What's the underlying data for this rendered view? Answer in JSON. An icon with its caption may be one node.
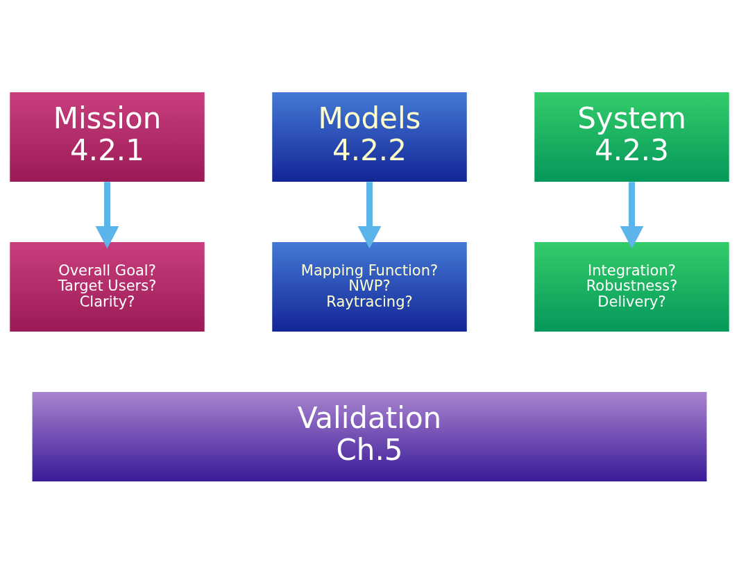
{
  "diagram": {
    "nodes": [
      {
        "text": [
          "Mission",
          "4.2.1"
        ]
      },
      {
        "text": [
          "Models",
          "4.2.2"
        ]
      },
      {
        "text": [
          "System",
          "4.2.3"
        ]
      },
      {
        "text": [
          "Overall Goal?",
          "Target Users?",
          "Clarity?"
        ]
      },
      {
        "text": [
          "Mapping Function?",
          "NWP?",
          "Raytracing?"
        ]
      },
      {
        "text": [
          "Integration?",
          "Robustness?",
          "Delivery?"
        ]
      },
      {
        "text": [
          "Validation",
          "Ch.5"
        ]
      }
    ],
    "edges": [
      {
        "from": 0,
        "to": 3,
        "arrow": "to"
      },
      {
        "from": 1,
        "to": 4,
        "arrow": "to"
      },
      {
        "from": 2,
        "to": 5,
        "arrow": "to"
      }
    ]
  }
}
